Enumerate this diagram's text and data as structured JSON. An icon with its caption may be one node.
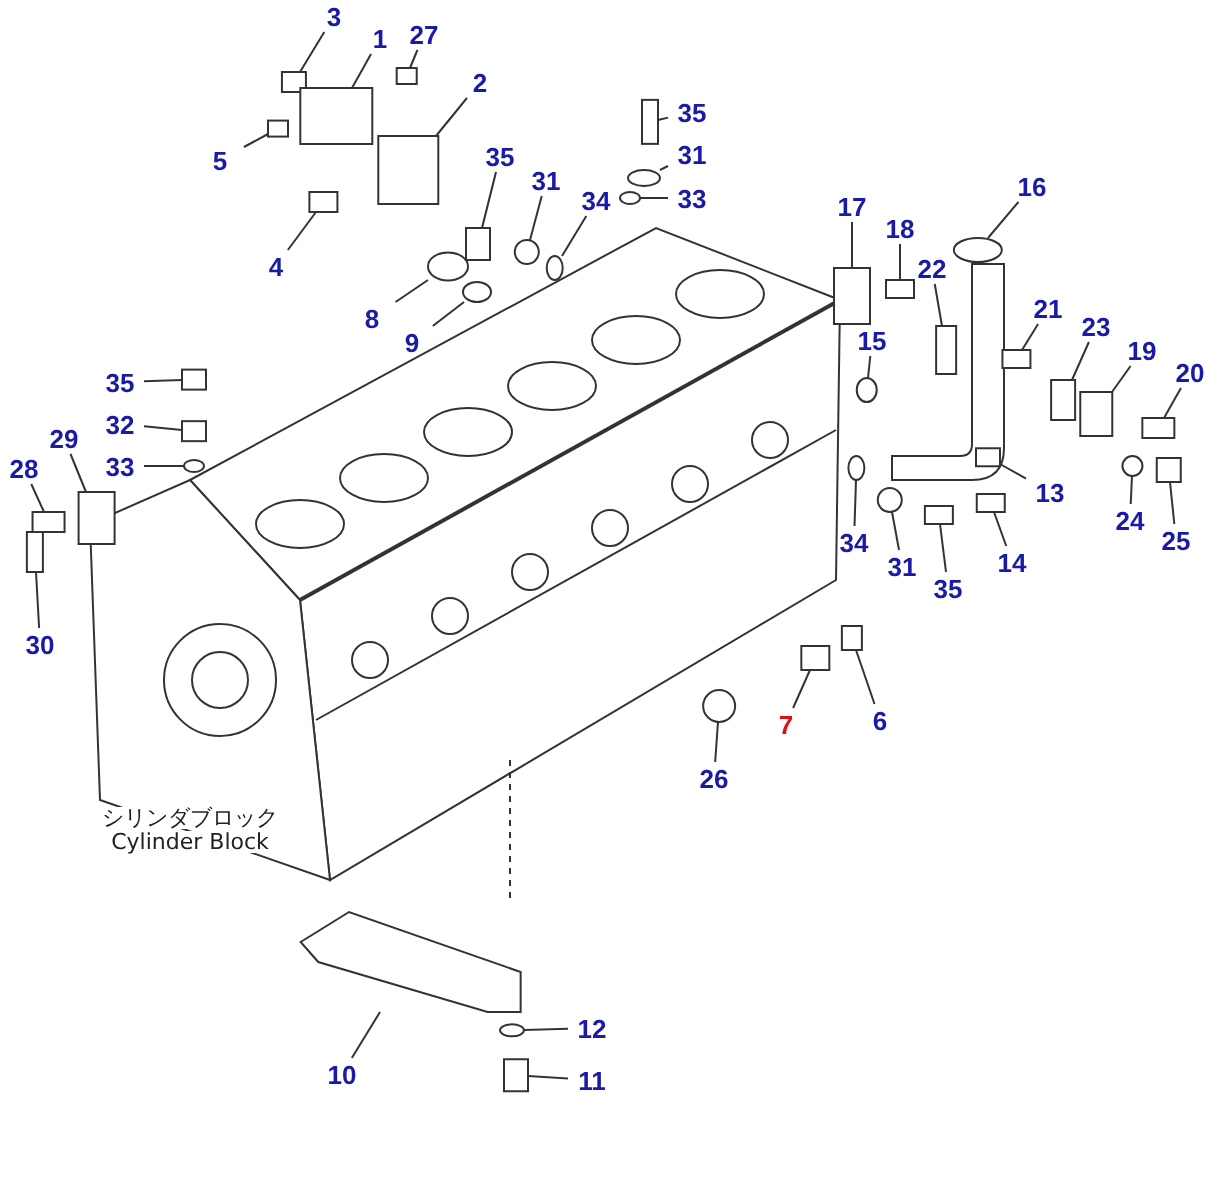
{
  "diagram": {
    "nodes": [
      {
        "text": [
          "3"
        ]
      },
      {
        "text": [
          "1"
        ]
      },
      {
        "text": [
          "27"
        ]
      },
      {
        "text": [
          "2"
        ]
      },
      {
        "text": [
          "5"
        ]
      },
      {
        "text": [
          "4"
        ]
      },
      {
        "text": [
          "35"
        ]
      },
      {
        "text": [
          "31"
        ]
      },
      {
        "text": [
          "34"
        ]
      },
      {
        "text": [
          "35"
        ]
      },
      {
        "text": [
          "31"
        ]
      },
      {
        "text": [
          "33"
        ]
      },
      {
        "text": [
          "8"
        ]
      },
      {
        "text": [
          "9"
        ]
      },
      {
        "text": [
          "17"
        ]
      },
      {
        "text": [
          "18"
        ]
      },
      {
        "text": [
          "16"
        ]
      },
      {
        "text": [
          "22"
        ]
      },
      {
        "text": [
          "15"
        ]
      },
      {
        "text": [
          "21"
        ]
      },
      {
        "text": [
          "23"
        ]
      },
      {
        "text": [
          "19"
        ]
      },
      {
        "text": [
          "20"
        ]
      },
      {
        "text": [
          "13"
        ]
      },
      {
        "text": [
          "24"
        ]
      },
      {
        "text": [
          "25"
        ]
      },
      {
        "text": [
          "14"
        ]
      },
      {
        "text": [
          "34"
        ]
      },
      {
        "text": [
          "31"
        ]
      },
      {
        "text": [
          "35"
        ]
      },
      {
        "text": [
          "6"
        ]
      },
      {
        "text": [
          "7"
        ]
      },
      {
        "text": [
          "26"
        ]
      },
      {
        "text": [
          "35"
        ]
      },
      {
        "text": [
          "32"
        ]
      },
      {
        "text": [
          "33"
        ]
      },
      {
        "text": [
          "29"
        ]
      },
      {
        "text": [
          "28"
        ]
      },
      {
        "text": [
          "30"
        ]
      },
      {
        "text": [
          "12"
        ]
      },
      {
        "text": [
          "10"
        ]
      },
      {
        "text": [
          "11"
        ]
      },
      {
        "text": [],
        "shape": "box"
      },
      {
        "text": [],
        "shape": "box"
      },
      {
        "text": [],
        "shape": "box"
      },
      {
        "text": [],
        "shape": "box"
      },
      {
        "text": [],
        "shape": "box"
      },
      {
        "text": [],
        "shape": "box"
      },
      {
        "text": [],
        "shape": "box"
      },
      {
        "text": [],
        "shape": "circle"
      },
      {
        "text": [],
        "shape": "circle"
      },
      {
        "text": [],
        "shape": "box"
      },
      {
        "text": [],
        "shape": "circle"
      },
      {
        "text": [],
        "shape": "circle"
      },
      {
        "text": [],
        "shape": "circle"
      },
      {
        "text": [],
        "shape": "circle"
      },
      {
        "text": [],
        "shape": "box"
      },
      {
        "text": [],
        "shape": "box"
      },
      {
        "text": [],
        "shape": "circle"
      },
      {
        "text": [],
        "shape": "box"
      },
      {
        "text": [],
        "shape": "circle"
      },
      {
        "text": [],
        "shape": "box"
      },
      {
        "text": [],
        "shape": "box"
      },
      {
        "text": [],
        "shape": "box"
      },
      {
        "text": [],
        "shape": "box"
      },
      {
        "text": [],
        "shape": "box"
      },
      {
        "text": [],
        "shape": "circle"
      },
      {
        "text": [],
        "shape": "box"
      },
      {
        "text": [],
        "shape": "box"
      },
      {
        "text": [],
        "shape": "circle"
      },
      {
        "text": [],
        "shape": "circle"
      },
      {
        "text": [],
        "shape": "box"
      },
      {
        "text": [],
        "shape": "box"
      },
      {
        "text": [],
        "shape": "box"
      },
      {
        "text": [],
        "shape": "circle"
      },
      {
        "text": [],
        "shape": "box"
      },
      {
        "text": [],
        "shape": "box"
      },
      {
        "text": [],
        "shape": "circle"
      },
      {
        "text": [],
        "shape": "box"
      },
      {
        "text": [],
        "shape": "box"
      },
      {
        "text": [],
        "shape": "box"
      },
      {
        "text": [],
        "shape": "circle"
      },
      {
        "text": [],
        "shape": "picture"
      },
      {
        "text": [],
        "shape": "box"
      }
    ],
    "edges": [
      {
        "from": 0,
        "to": 42,
        "arrow": "none"
      },
      {
        "from": 1,
        "to": 43,
        "arrow": "none"
      },
      {
        "from": 2,
        "to": 44,
        "arrow": "none"
      },
      {
        "from": 3,
        "to": 45,
        "arrow": "none"
      },
      {
        "from": 4,
        "to": 46,
        "arrow": "none"
      },
      {
        "from": 5,
        "to": 47,
        "arrow": "none"
      },
      {
        "from": 6,
        "to": 48,
        "arrow": "none"
      },
      {
        "from": 7,
        "to": 49,
        "arrow": "none"
      },
      {
        "from": 8,
        "to": 50,
        "arrow": "none"
      },
      {
        "from": 9,
        "to": 51,
        "arrow": "none"
      },
      {
        "from": 10,
        "to": 52,
        "arrow": "none"
      },
      {
        "from": 11,
        "to": 53,
        "arrow": "none"
      },
      {
        "from": 12,
        "to": 54,
        "arrow": "none"
      },
      {
        "from": 13,
        "to": 55,
        "arrow": "none"
      },
      {
        "from": 14,
        "to": 56,
        "arrow": "none"
      },
      {
        "from": 15,
        "to": 57,
        "arrow": "none"
      },
      {
        "from": 16,
        "to": 58,
        "arrow": "none"
      },
      {
        "from": 17,
        "to": 59,
        "arrow": "none"
      },
      {
        "from": 18,
        "to": 60,
        "arrow": "none"
      },
      {
        "from": 19,
        "to": 61,
        "arrow": "none"
      },
      {
        "from": 20,
        "to": 62,
        "arrow": "none"
      },
      {
        "from": 21,
        "to": 63,
        "arrow": "none"
      },
      {
        "from": 22,
        "to": 64,
        "arrow": "none"
      },
      {
        "from": 23,
        "to": 65,
        "arrow": "none"
      },
      {
        "from": 24,
        "to": 66,
        "arrow": "none"
      },
      {
        "from": 25,
        "to": 67,
        "arrow": "none"
      },
      {
        "from": 26,
        "to": 68,
        "arrow": "none"
      },
      {
        "from": 27,
        "to": 69,
        "arrow": "none"
      },
      {
        "from": 28,
        "to": 70,
        "arrow": "none"
      },
      {
        "from": 29,
        "to": 71,
        "arrow": "none"
      },
      {
        "from": 30,
        "to": 72,
        "arrow": "none"
      },
      {
        "from": 31,
        "to": 73,
        "arrow": "none"
      },
      {
        "from": 32,
        "to": 74,
        "arrow": "none"
      },
      {
        "from": 33,
        "to": 75,
        "arrow": "none"
      },
      {
        "from": 34,
        "to": 76,
        "arrow": "none"
      },
      {
        "from": 35,
        "to": 77,
        "arrow": "none"
      },
      {
        "from": 36,
        "to": 78,
        "arrow": "none"
      },
      {
        "from": 37,
        "to": 79,
        "arrow": "none"
      },
      {
        "from": 38,
        "to": 80,
        "arrow": "none"
      },
      {
        "from": 39,
        "to": 81,
        "arrow": "none"
      },
      {
        "from": 40,
        "to": 82,
        "arrow": "none"
      },
      {
        "from": 41,
        "to": 83,
        "arrow": "none"
      }
    ],
    "labels": [
      "シリンダブロック",
      "Cylinder Block"
    ]
  }
}
